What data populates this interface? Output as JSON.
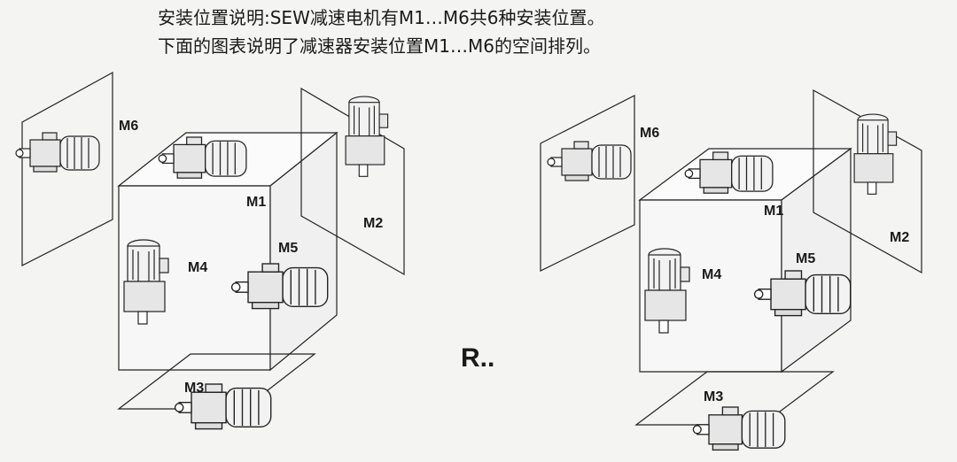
{
  "intro": {
    "line1": "安装位置说明:SEW减速电机有M1…M6共6种安装位置。",
    "line2": "下面的图表说明了减速器安装位置M1…M6的空间排列。"
  },
  "series_label": "R..",
  "left_diagram": {
    "M1": "M1",
    "M2": "M2",
    "M3": "M3",
    "M4": "M4",
    "M5": "M5",
    "M6": "M6"
  },
  "right_diagram": {
    "M1": "M1",
    "M2": "M2",
    "M3": "M3",
    "M4": "M4",
    "M5": "M5",
    "M6": "M6"
  }
}
